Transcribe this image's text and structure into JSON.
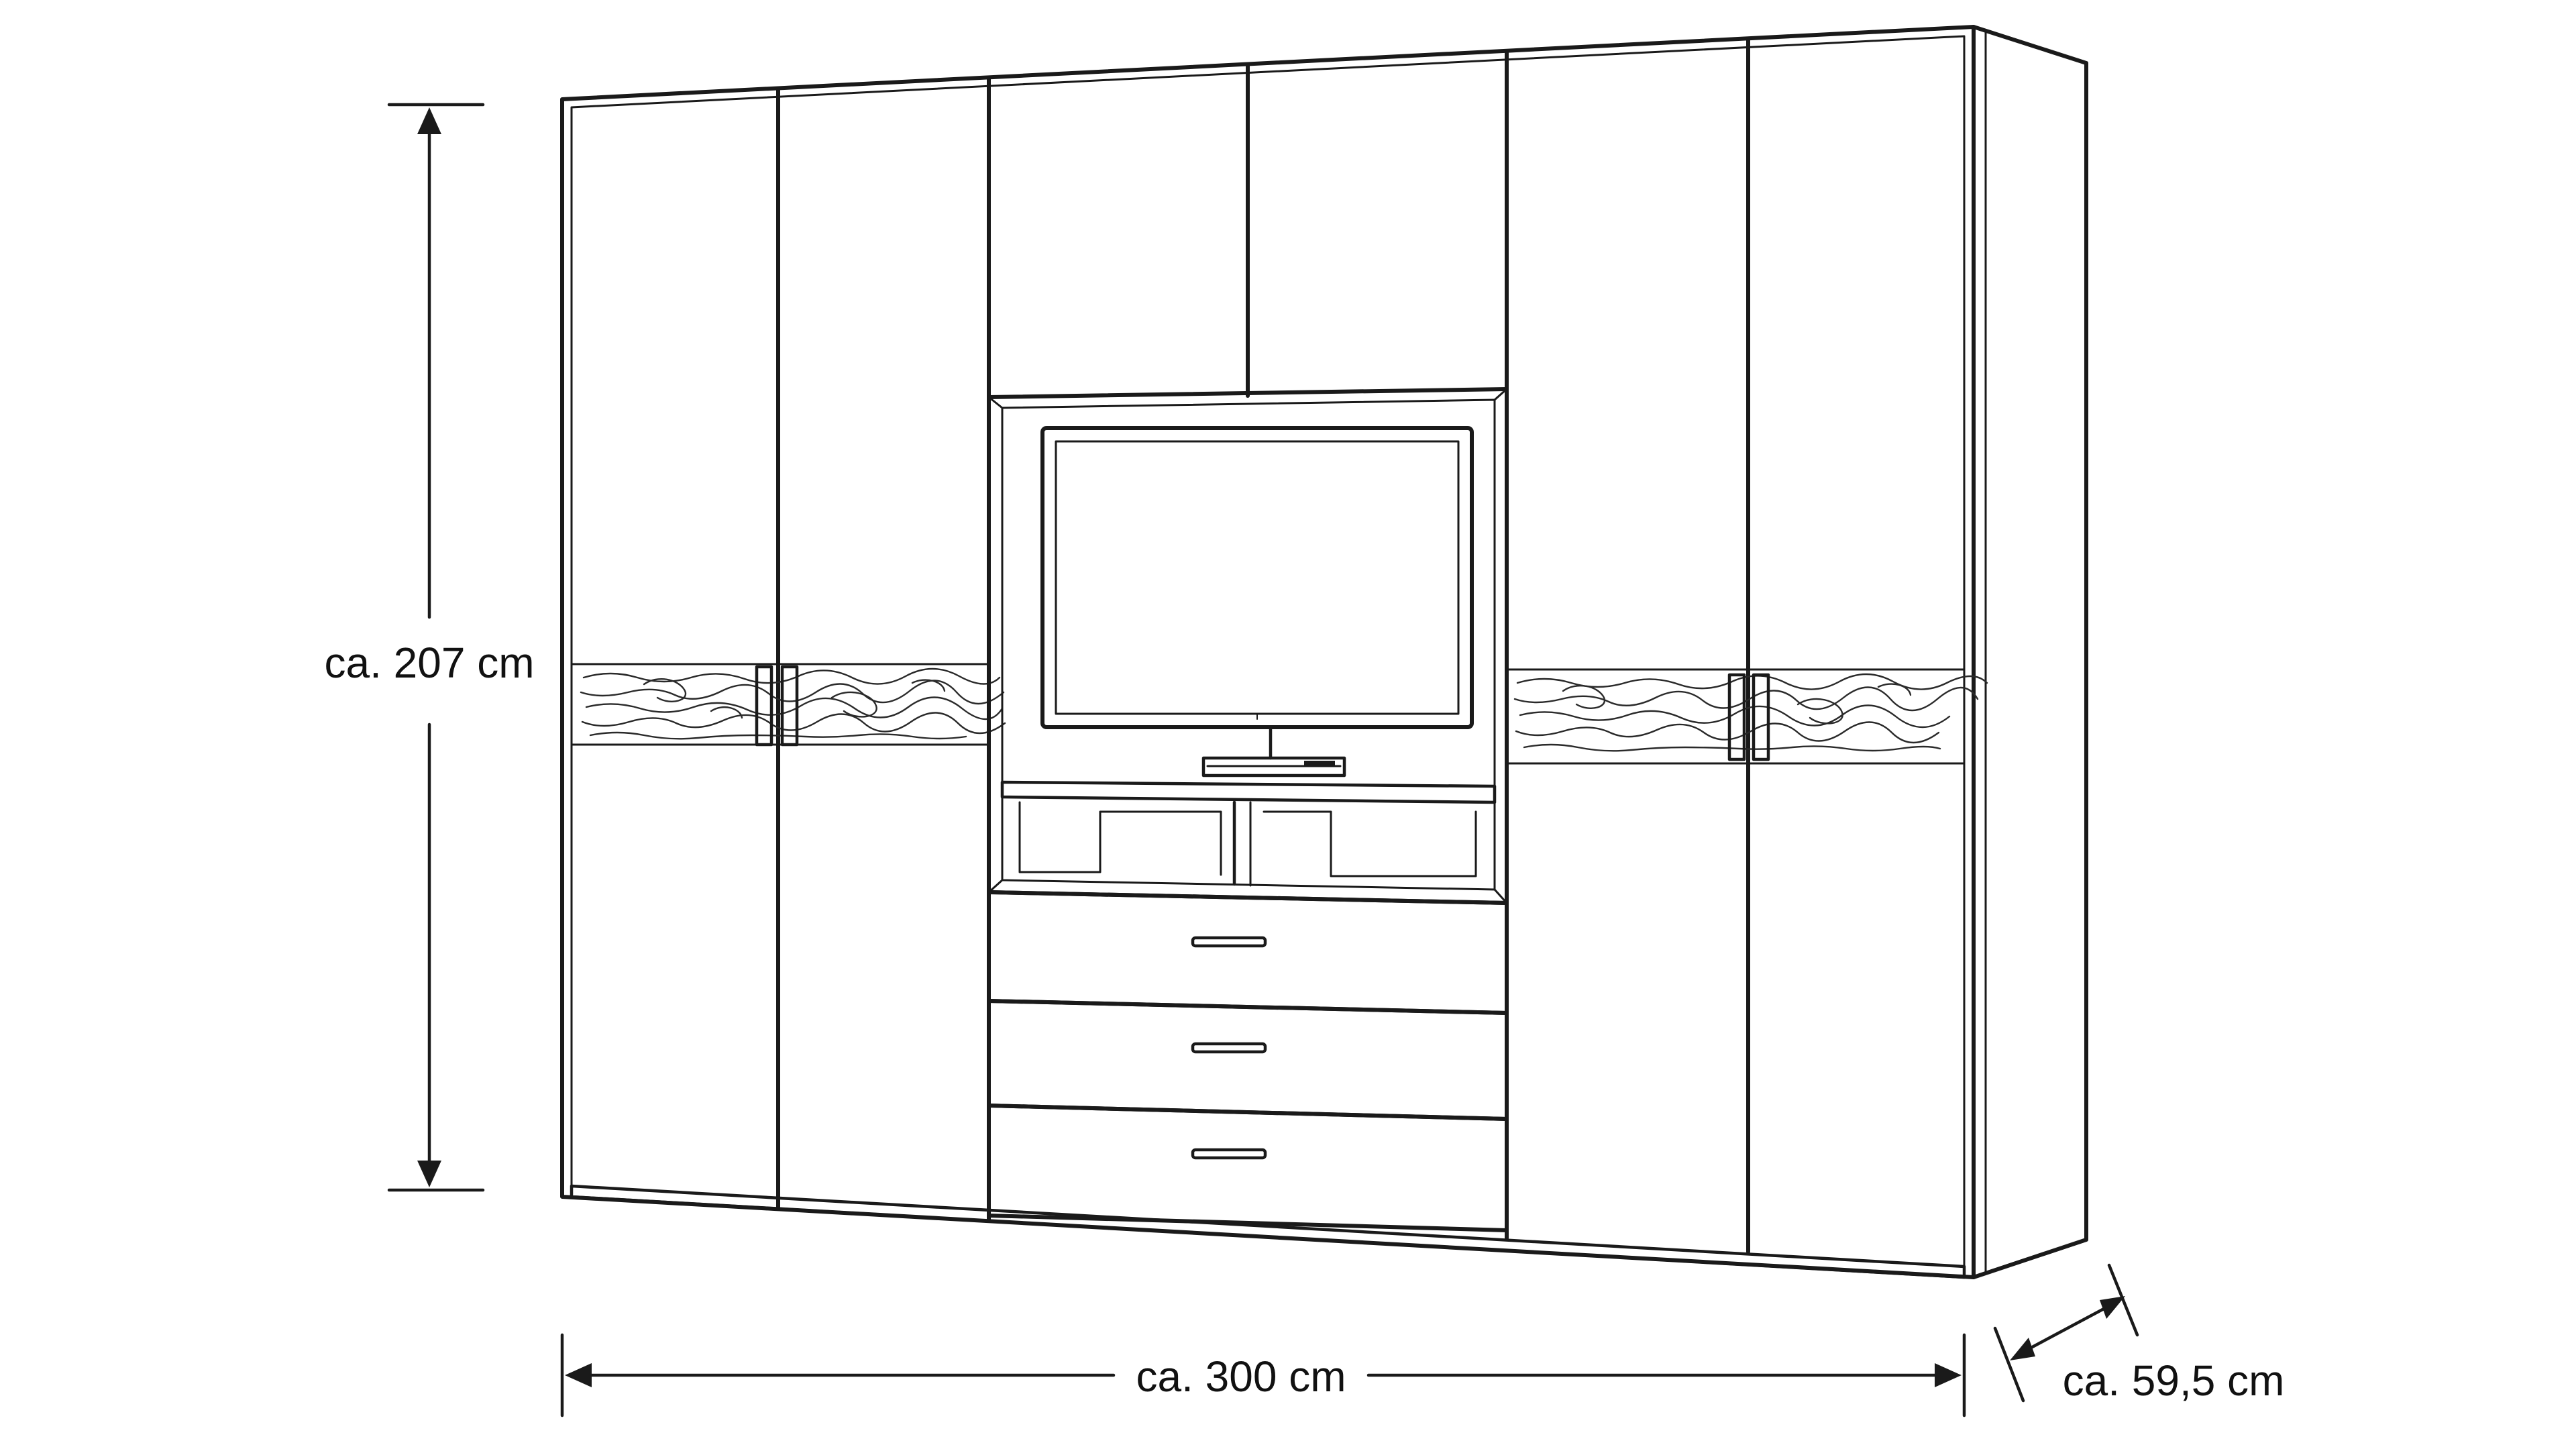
{
  "dimensions": {
    "height_label": "ca. 207 cm",
    "width_label": "ca. 300 cm",
    "depth_label": "ca. 59,5 cm"
  },
  "colors": {
    "line": "#1a1a1a",
    "background": "#ffffff",
    "grain_band": "#efefef"
  }
}
